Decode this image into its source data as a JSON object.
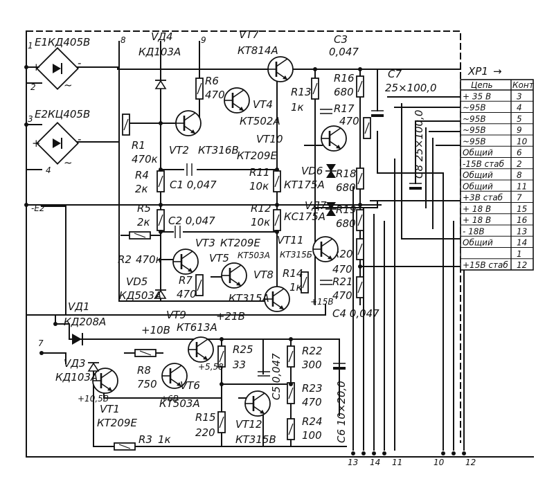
{
  "rectifiers": {
    "e1": "E1КД405В",
    "e2": "E2КЦ405В"
  },
  "nodes": {
    "n1": "1",
    "n2": "2",
    "n3": "3",
    "n4": "4",
    "n7": "7",
    "n8": "8",
    "n9": "9",
    "e2_label": "-E2",
    "plus": "+",
    "minus": "-",
    "tilde": "~"
  },
  "diodes": {
    "vd4": "VД4",
    "vd4_type": "КД103А",
    "vd5": "VD5",
    "vd5_type": "КД503А",
    "vd1": "VД1",
    "vd1_type": "КД208А",
    "vd3": "VД3",
    "vd3_type": "КД103А",
    "vd6": "VD6",
    "vd6_type": "КТ175А",
    "vd7": "VД7",
    "vd7_type": "КС175А"
  },
  "transistors": {
    "vt1": "VT1",
    "vt1_type": "КТ209Е",
    "vt2": "VT2",
    "vt2_type": "КТ316В",
    "vt3": "VT3",
    "vt3_type": "КТ209Е",
    "vt4": "VT4",
    "vt4_type": "КТ502А",
    "vt5": "VT5",
    "vt5_type": "КТ503А",
    "vt6": "VT6",
    "vt6_type": "КТ503А",
    "vt7": "VT7",
    "vt7_type": "КТ814А",
    "vt8": "VT8",
    "vt8_type": "КТ315А",
    "vt9": "VT9",
    "vt9_type": "КТ613А",
    "vt10": "VT10",
    "vt10_type": "КТ209Е",
    "vt11": "VT11",
    "vt11_type": "КТ315Б",
    "vt12": "VT12",
    "vt12_type": "КТ315В"
  },
  "resistors": {
    "r1": "R1",
    "r1_val": "470к",
    "r2": "R2",
    "r2_val": "470к",
    "r3": "R3",
    "r3_val": "1к",
    "r4": "R4",
    "r4_val": "2к",
    "r5": "R5",
    "r5_val": "2к",
    "r6": "R6",
    "r6_val": "470",
    "r7": "R7",
    "r7_val": "470",
    "r8": "R8",
    "r8_val": "750",
    "r11": "R11",
    "r11_val": "10к",
    "r12": "R12",
    "r12_val": "10к",
    "r13": "R13",
    "r13_val": "1к",
    "r14": "R14",
    "r14_val": "1к",
    "r15": "R15",
    "r15_val": "220",
    "r16": "R16",
    "r16_val": "680",
    "r17": "R17",
    "r17_val": "470",
    "r18": "R18",
    "r18_val": "680",
    "r19": "R19",
    "r19_val": "680",
    "r20": "R20",
    "r20_val": "470",
    "r21": "R21",
    "r21_val": "470",
    "r22": "R22",
    "r22_val": "300",
    "r23": "R23",
    "r23_val": "470",
    "r24": "R24",
    "r24_val": "100",
    "r25": "R25",
    "r25_val": "33"
  },
  "capacitors": {
    "c1": "C1 0,047",
    "c2": "C2 0,047",
    "c3": "C3",
    "c3_val": "0,047",
    "c4": "C4 0,047",
    "c5": "C5 0,047",
    "c6": "C6 10×20,0",
    "c7": "C7",
    "c7_val": "25×100,0",
    "c8": "C8 25×100,0"
  },
  "voltages": {
    "v10": "+10В",
    "v21": "+21В",
    "v558": "+5,58",
    "v6": "+6В",
    "v105": "+10,5В",
    "v158": "+15В"
  },
  "connector": {
    "title": "XP1",
    "arrow": "→",
    "col_circuit": "Цепь",
    "col_contact": "Конт",
    "rows": [
      {
        "circuit": "+ 35 В",
        "contact": "3"
      },
      {
        "circuit": "~95В",
        "contact": "4"
      },
      {
        "circuit": "~95В",
        "contact": "5"
      },
      {
        "circuit": "~95В",
        "contact": "9"
      },
      {
        "circuit": "~95В",
        "contact": "10"
      },
      {
        "circuit": "Общий",
        "contact": "6"
      },
      {
        "circuit": "-15В стаб",
        "contact": "2"
      },
      {
        "circuit": "Общий",
        "contact": "8"
      },
      {
        "circuit": "Общий",
        "contact": "11"
      },
      {
        "circuit": "+3В стаб",
        "contact": "7"
      },
      {
        "circuit": "+ 18 В",
        "contact": "15"
      },
      {
        "circuit": "+ 18 В",
        "contact": "16"
      },
      {
        "circuit": "- 18В",
        "contact": "13"
      },
      {
        "circuit": "Общий",
        "contact": "14"
      },
      {
        "circuit": "",
        "contact": "1"
      },
      {
        "circuit": "+15В стаб",
        "contact": "12"
      }
    ]
  },
  "bottom_pins": {
    "p13": "13",
    "p14": "14",
    "p11": "11",
    "p10": "10",
    "p12": "12"
  }
}
